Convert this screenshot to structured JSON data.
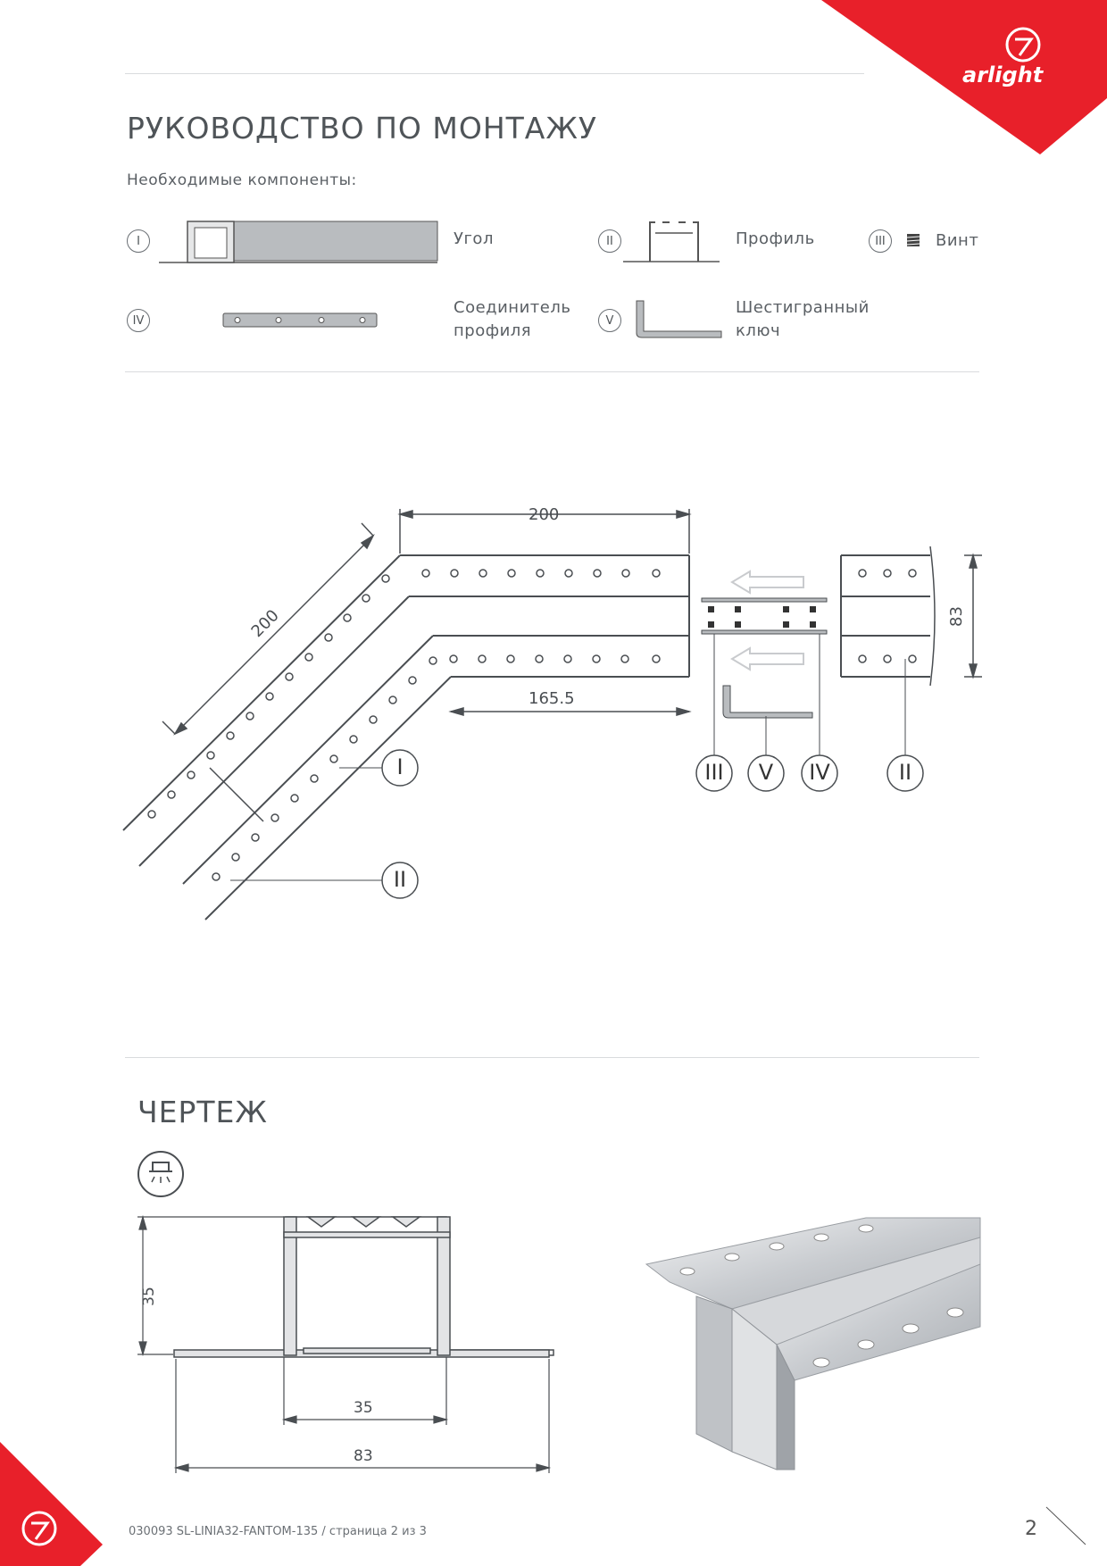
{
  "brand": {
    "name": "arlight",
    "accent": "#e8202a"
  },
  "section1": {
    "title": "РУКОВОДСТВО ПО МОНТАЖУ",
    "subtitle": "Необходимые компоненты:"
  },
  "components": [
    {
      "numeral": "I",
      "label": "Угол"
    },
    {
      "numeral": "II",
      "label": "Профиль"
    },
    {
      "numeral": "III",
      "label": "Винт"
    },
    {
      "numeral": "IV",
      "label": "Соединитель профиля"
    },
    {
      "numeral": "V",
      "label": "Шестигранный ключ"
    }
  ],
  "diagram": {
    "dims": {
      "top": "200",
      "diagonal": "200",
      "inner": "165.5",
      "height": "83"
    },
    "callouts": [
      "I",
      "II",
      "III",
      "V",
      "IV",
      "II"
    ]
  },
  "section2": {
    "title": "ЧЕРТЕЖ"
  },
  "drawing": {
    "dims": {
      "height": "35",
      "inner_width": "35",
      "total_width": "83"
    }
  },
  "footer": {
    "doc": "030093 SL-LINIA32-FANTOM-135 / страница 2 из 3",
    "page": "2"
  }
}
